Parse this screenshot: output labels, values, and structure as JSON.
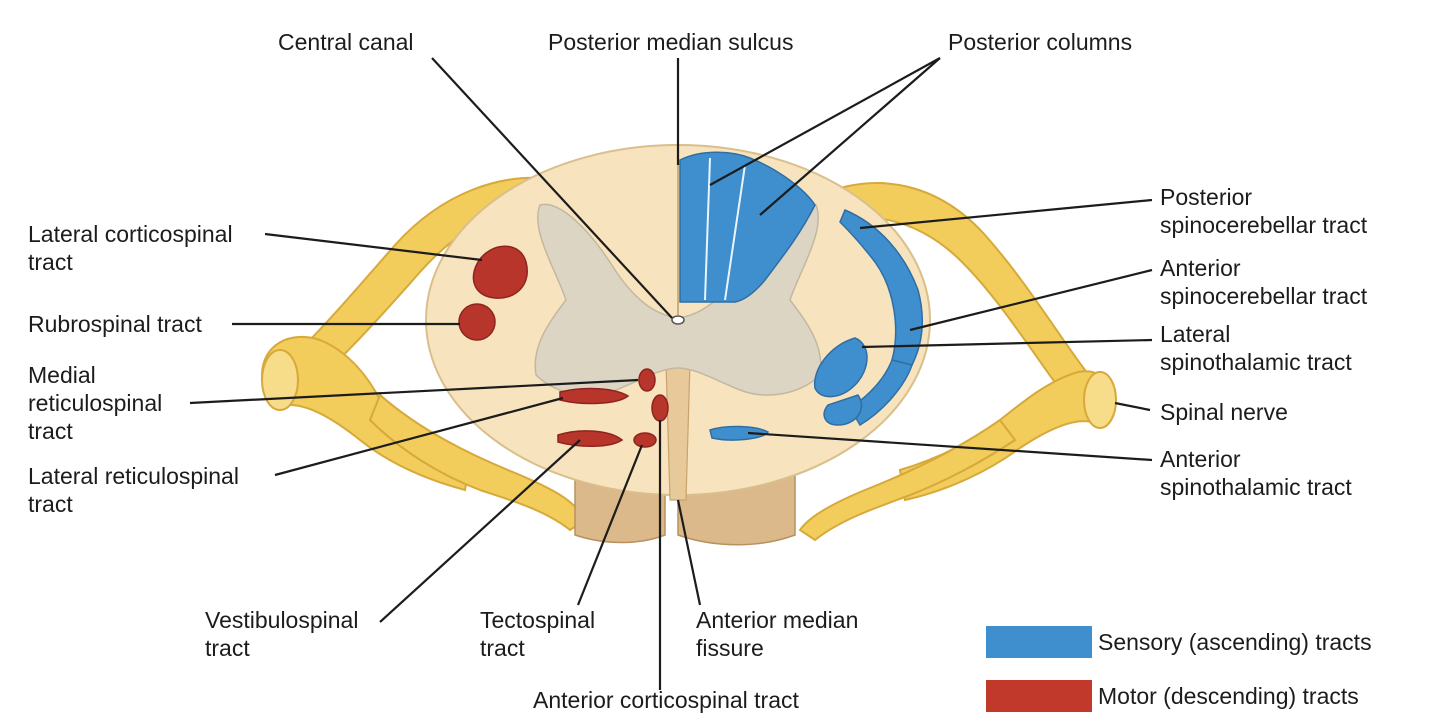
{
  "labels": {
    "central_canal": "Central canal",
    "posterior_median_sulcus": "Posterior median sulcus",
    "posterior_columns": "Posterior columns",
    "lateral_corticospinal": [
      "Lateral corticospinal",
      "tract"
    ],
    "rubrospinal": "Rubrospinal tract",
    "medial_reticulospinal": [
      "Medial",
      "reticulospinal",
      "tract"
    ],
    "lateral_reticulospinal": [
      "Lateral reticulospinal",
      "tract"
    ],
    "vestibulospinal": [
      "Vestibulospinal",
      "tract"
    ],
    "tectospinal": [
      "Tectospinal",
      "tract"
    ],
    "anterior_median_fissure": [
      "Anterior median",
      "fissure"
    ],
    "anterior_corticospinal": "Anterior corticospinal tract",
    "posterior_spinocerebellar": [
      "Posterior",
      "spinocerebellar tract"
    ],
    "anterior_spinocerebellar": [
      "Anterior",
      "spinocerebellar tract"
    ],
    "lateral_spinothalamic": [
      "Lateral",
      "spinothalamic tract"
    ],
    "spinal_nerve": "Spinal nerve",
    "anterior_spinothalamic": [
      "Anterior",
      "spinothalamic tract"
    ]
  },
  "legend": [
    {
      "label": "Sensory (ascending) tracts",
      "color": "#3f8fcf"
    },
    {
      "label": "Motor (descending) tracts",
      "color": "#c0392b"
    }
  ],
  "colors": {
    "sensory": "#3f8fcf",
    "motor": "#b8352c",
    "nerve": "#f2cd5c",
    "white_matter": "#f7e3bd",
    "gray_matter": "#ddd5c3",
    "root": "#dcb98a"
  }
}
